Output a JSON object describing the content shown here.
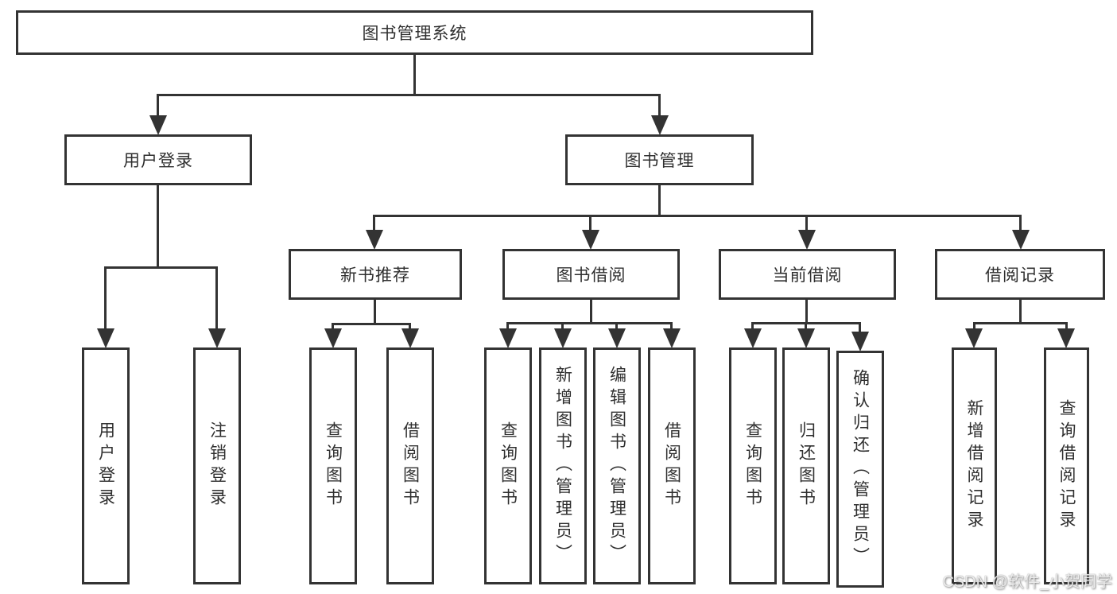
{
  "diagram": {
    "type": "hierarchy-chart",
    "watermark": "CSDN @软件_小贺同学",
    "colors": {
      "line": "#333333",
      "box_border": "#333333",
      "box_background": "#ffffff",
      "text": "#2f2f2f",
      "page_background": "#ffffff",
      "watermark_text": "#f0f0f0"
    }
  },
  "nodes": {
    "root": {
      "label": "图书管理系统"
    },
    "login": {
      "label": "用户登录"
    },
    "mgmt": {
      "label": "图书管理"
    },
    "login_children": [
      {
        "label": "用户登录"
      },
      {
        "label": "注销登录"
      }
    ],
    "mgmt_children": [
      {
        "label": "新书推荐"
      },
      {
        "label": "图书借阅"
      },
      {
        "label": "当前借阅"
      },
      {
        "label": "借阅记录"
      }
    ],
    "newbook_children": [
      {
        "label": "查询图书"
      },
      {
        "label": "借阅图书"
      }
    ],
    "bookborrow_children": [
      {
        "label": "查询图书"
      },
      {
        "label": "新增图书（管理员）"
      },
      {
        "label": "编辑图书（管理员）"
      },
      {
        "label": "借阅图书"
      }
    ],
    "currentborrow_children": [
      {
        "label": "查询图书"
      },
      {
        "label": "归还图书"
      },
      {
        "label": "确认归还（管理员）"
      }
    ],
    "records_children": [
      {
        "label": "新增借阅记录"
      },
      {
        "label": "查询借阅记录"
      }
    ]
  }
}
